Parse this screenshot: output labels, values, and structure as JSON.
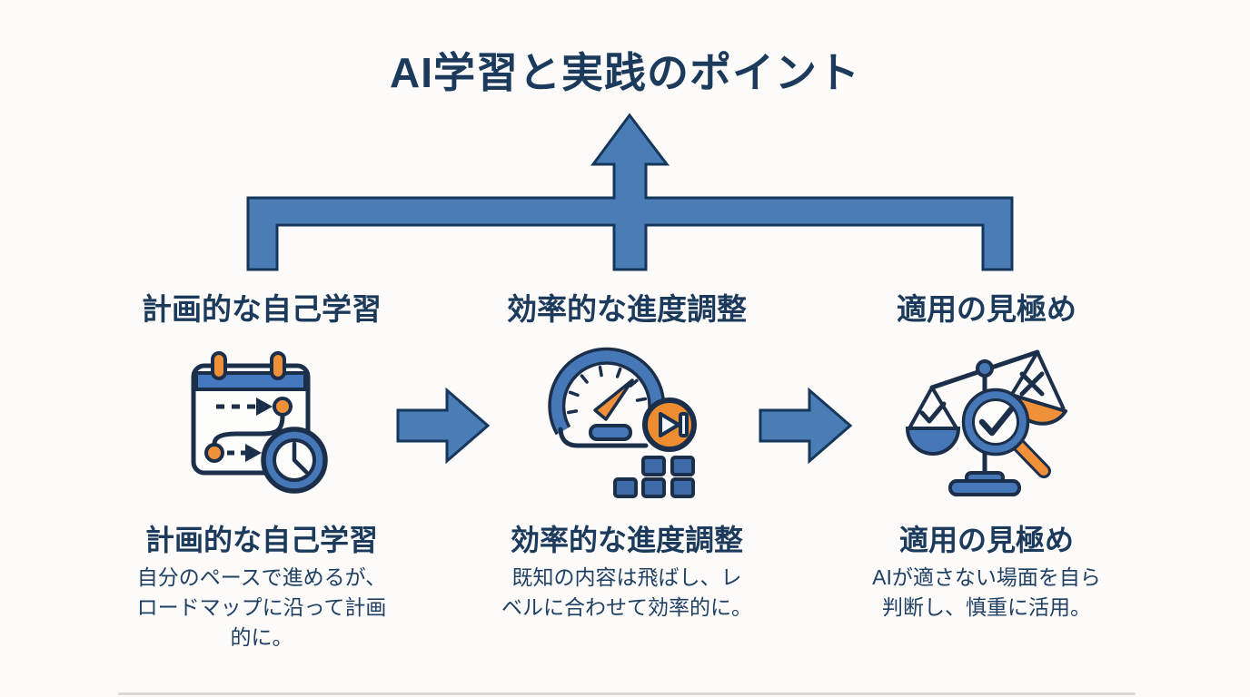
{
  "title": "AI学習と実践のポイント",
  "colors": {
    "background": "#fcfbf9",
    "heading_text": "#1b3a5c",
    "body_text": "#1f3f63",
    "arrow_fill": "#4a7db6",
    "arrow_stroke": "#16365a",
    "icon_blue": "#4678b8",
    "icon_navy": "#1b2e4a",
    "accent_orange": "#f0913a"
  },
  "columns": [
    {
      "label": "計画的な自己学習",
      "icon": "calendar-roadmap-clock",
      "heading": "計画的な自己学習",
      "description": "自分のペースで進めるが、\nロードマップに沿って計画\n的に。"
    },
    {
      "label": "効率的な進度調整",
      "icon": "speedometer-skip-forward",
      "heading": "効率的な進度調整",
      "description": "既知の内容は飛ばし、レ\nベルに合わせて効率的に。"
    },
    {
      "label": "適用の見極め",
      "icon": "scales-magnifier-check",
      "heading": "適用の見極め",
      "description": "AIが適さない場面を自ら\n判断し、慎重に活用。"
    }
  ]
}
